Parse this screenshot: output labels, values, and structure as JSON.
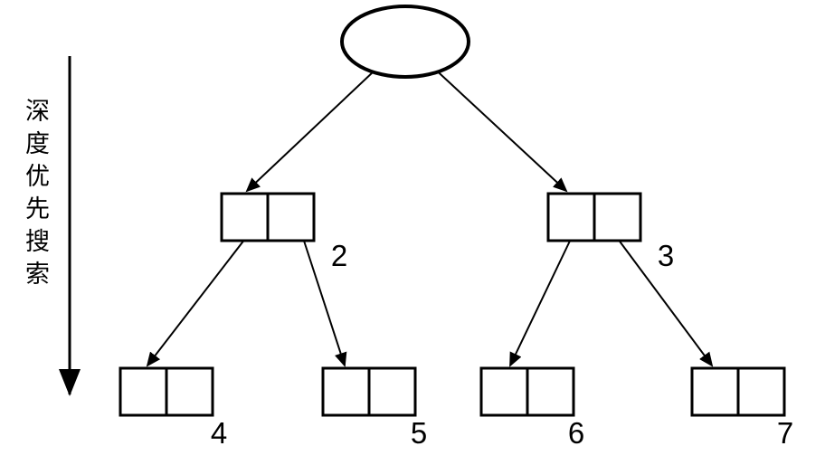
{
  "diagram": {
    "caption_vertical": "深度优先搜索",
    "root_label": "",
    "nodes": [
      {
        "label": "2"
      },
      {
        "label": "3"
      },
      {
        "label": "4"
      },
      {
        "label": "5"
      },
      {
        "label": "6"
      },
      {
        "label": "7"
      }
    ],
    "colors": {
      "stroke": "#000000",
      "background": "#ffffff",
      "node_fill": "#ffffff"
    }
  }
}
